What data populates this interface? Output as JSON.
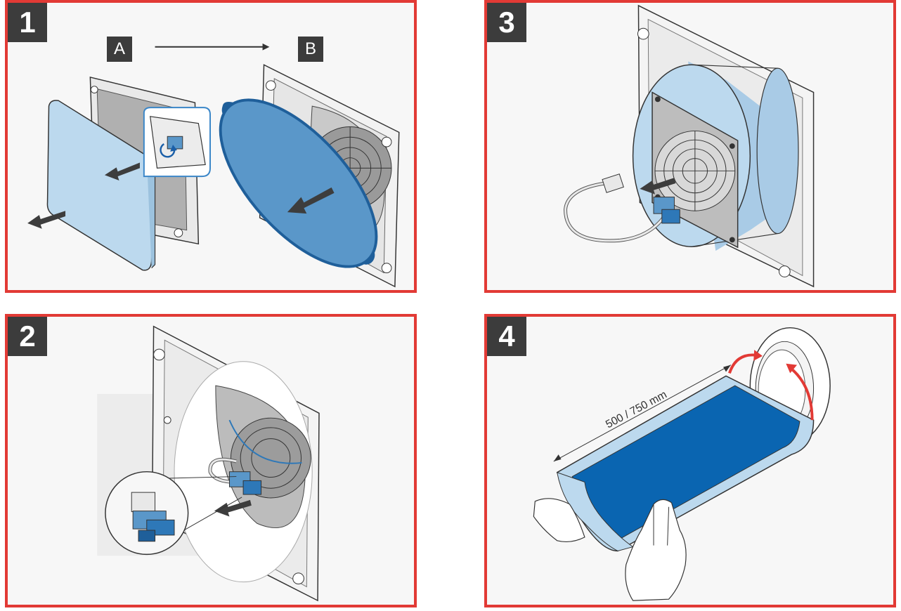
{
  "steps": [
    {
      "number": "1",
      "sub_labels": [
        "A",
        "B"
      ]
    },
    {
      "number": "2"
    },
    {
      "number": "3"
    },
    {
      "number": "4",
      "dimension": "500 / 750 mm"
    }
  ],
  "colors": {
    "frame": "#e23a35",
    "badge": "#3c3c3c",
    "cover_light_blue": "#bcd9ee",
    "panel_blue": "#5a97c9",
    "deep_blue": "#0a65b1",
    "arrow_grey": "#3d3d3d",
    "rotate_arrow_red": "#e23a35"
  }
}
